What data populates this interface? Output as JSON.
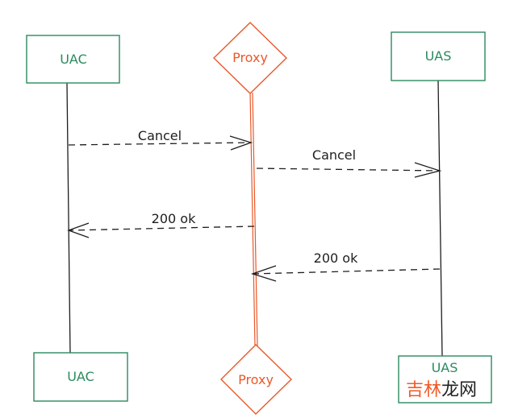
{
  "colors": {
    "participant": "#2b8a5e",
    "proxy": "#e8592a",
    "arrow": "#1e1e1e"
  },
  "participants": {
    "uac": "UAC",
    "proxy": "Proxy",
    "uas": "UAS"
  },
  "messages": [
    {
      "from": "UAC",
      "to": "Proxy",
      "label": "Cancel"
    },
    {
      "from": "Proxy",
      "to": "UAS",
      "label": "Cancel"
    },
    {
      "from": "Proxy",
      "to": "UAC",
      "label": "200 ok"
    },
    {
      "from": "UAS",
      "to": "Proxy",
      "label": "200 ok"
    }
  ],
  "watermark": {
    "part1": "吉林",
    "part2": "龙网"
  }
}
